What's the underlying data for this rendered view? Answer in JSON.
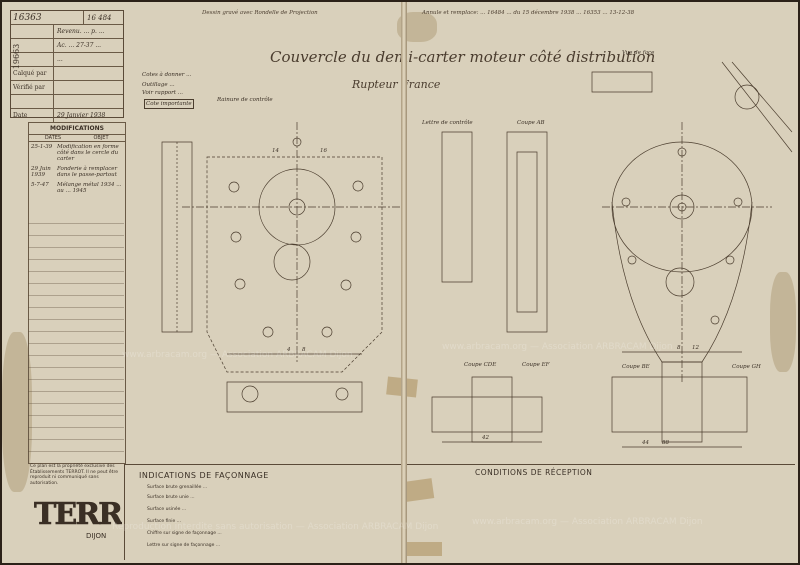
{
  "cartouche": {
    "number_1": "16363",
    "number_2": "16 484",
    "rows": [
      {
        "label": "",
        "value": "Revenu. ... p. ..."
      },
      {
        "label": "",
        "value": "Ac. ... 27-37 ..."
      },
      {
        "label": "",
        "value": "..."
      },
      {
        "label": "Calqué par",
        "value": ""
      },
      {
        "label": "Vérifié par",
        "value": ""
      },
      {
        "label": "",
        "value": ""
      },
      {
        "label": "Date",
        "value": "29 Janvier 1938"
      }
    ]
  },
  "side_number": "19663",
  "modifications": {
    "title": "MODIFICATIONS",
    "columns": [
      "DATES",
      "OBJET"
    ],
    "entries": [
      {
        "date": "25-1-39",
        "text": "Modification en forme côté dans le cercle du carter"
      },
      {
        "date": "29 Juin 1939",
        "text": "Fonderie à remplacer dans le passe-partout"
      },
      {
        "date": "5-7-47",
        "text": "Mélange métal 1934 ... au ... 1945"
      }
    ]
  },
  "drawing": {
    "title": "Couvercle du demi-carter moteur côté distribution",
    "subtitle": "Rupteur France",
    "notes": [
      "Cotes à donner ...",
      "Outillage ...",
      "Voir rapport ...",
      "Cote importante",
      "Rainure de contrôle",
      "Lettre de contrôle",
      "Coupe AB",
      "Coupe CDE",
      "Coupe EF",
      "Coupe GH",
      "Vue de face",
      "Coupe BE"
    ],
    "dimensions": [
      "4",
      "8",
      "14",
      "16",
      "8",
      "12",
      "42",
      "88",
      "44"
    ]
  },
  "header_annotations": {
    "left": "Dessin gravé avec Rondelle de Projection",
    "right": "Annule et remplace: ... 16484 ... du 15 décembre 1938 ... 16353 ... 13-12-38"
  },
  "indications": {
    "title": "INDICATIONS DE FAÇONNAGE",
    "items": [
      "Surface brute grenaillée ...",
      "Surface brute unie ...",
      "Surface usinée ...",
      "Surface finie ...",
      "Chiffre sur signe de façonnage ...",
      "Lettre sur signe de façonnage ..."
    ]
  },
  "conditions": {
    "title": "CONDITIONS DE RÉCEPTION"
  },
  "legal_notice": "Ce plan est la propriété exclusive des Établissements TERROT. Il ne peut être reproduit ni communiqué sans autorisation.",
  "brand": {
    "logo_text": "TERROT",
    "city": "DIJON"
  },
  "watermark": {
    "text": "www.arbracam.org — Association ARBRACAM Dijon",
    "text_2": "Reproduction interdite sans autorisation — Association ARBRACAM Dijon"
  },
  "colors": {
    "paper": "#d9d0bb",
    "ink": "#3a2f25",
    "background": "#2b2118"
  }
}
